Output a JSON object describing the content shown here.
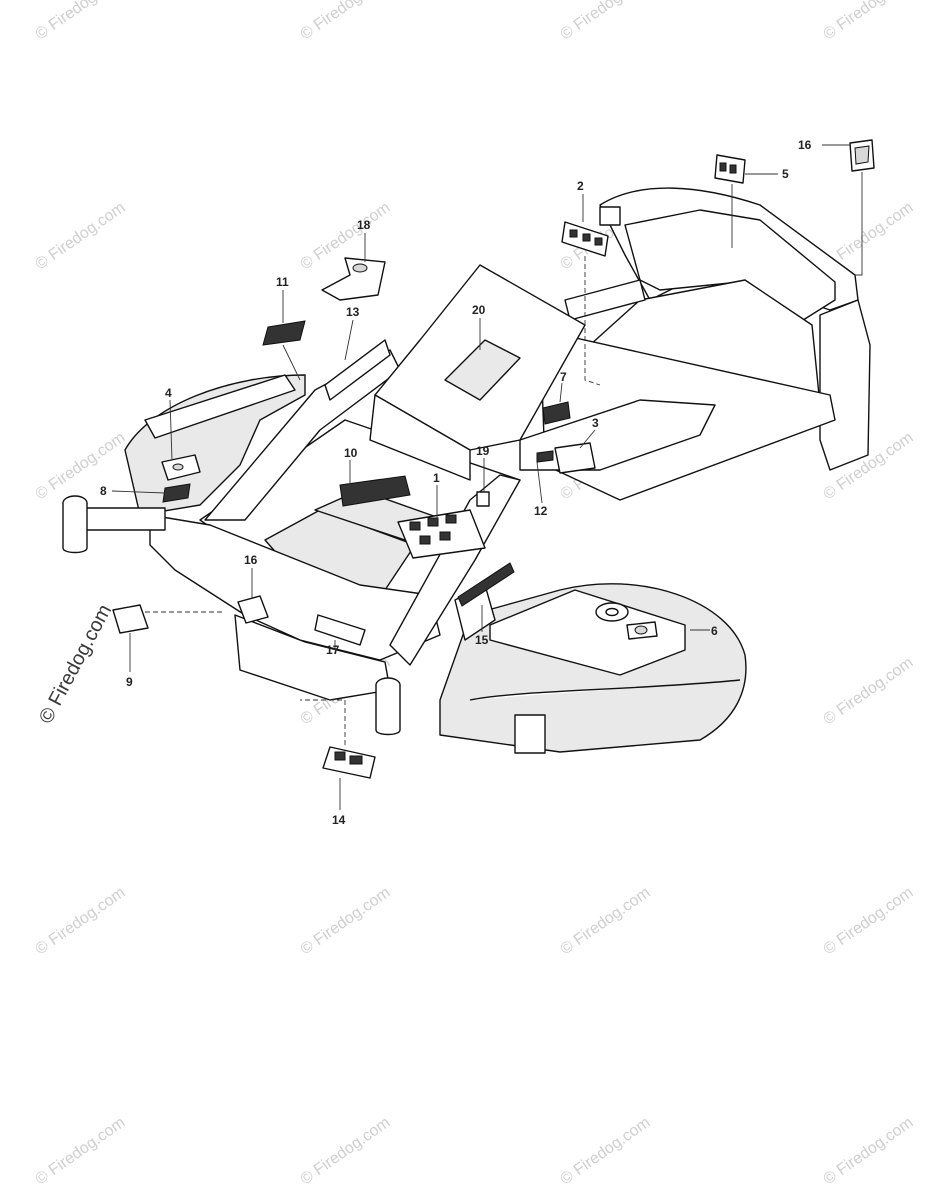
{
  "watermark": {
    "text": "© Firedog.com"
  },
  "callouts": [
    {
      "id": "c16a",
      "label": "16"
    },
    {
      "id": "c5",
      "label": "5"
    },
    {
      "id": "c2",
      "label": "2"
    },
    {
      "id": "c18",
      "label": "18"
    },
    {
      "id": "c11",
      "label": "11"
    },
    {
      "id": "c20",
      "label": "20"
    },
    {
      "id": "c13",
      "label": "13"
    },
    {
      "id": "c7",
      "label": "7"
    },
    {
      "id": "c4",
      "label": "4"
    },
    {
      "id": "c3",
      "label": "3"
    },
    {
      "id": "c19",
      "label": "19"
    },
    {
      "id": "c10",
      "label": "10"
    },
    {
      "id": "c1",
      "label": "1"
    },
    {
      "id": "c8",
      "label": "8"
    },
    {
      "id": "c12",
      "label": "12"
    },
    {
      "id": "c16b",
      "label": "16"
    },
    {
      "id": "c6",
      "label": "6"
    },
    {
      "id": "c15",
      "label": "15"
    },
    {
      "id": "c17",
      "label": "17"
    },
    {
      "id": "c9",
      "label": "9"
    },
    {
      "id": "c14",
      "label": "14"
    }
  ],
  "colors": {
    "line": "#111111",
    "watermark": "#cfcfcf",
    "paper": "#ffffff"
  }
}
